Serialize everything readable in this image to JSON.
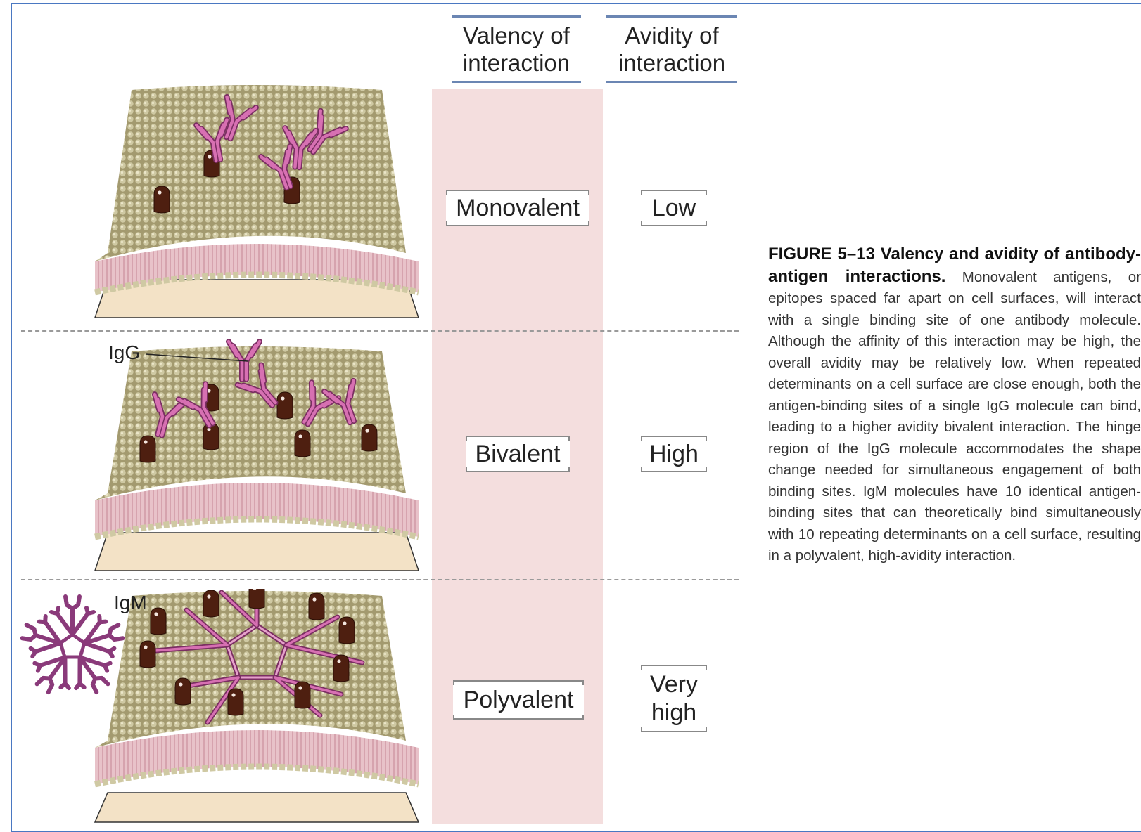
{
  "headers": {
    "valency_line1": "Valency of",
    "valency_line2": "interaction",
    "avidity_line1": "Avidity of",
    "avidity_line2": "interaction"
  },
  "rows": [
    {
      "valency": "Monovalent",
      "avidity_line1": "Low",
      "avidity_line2": ""
    },
    {
      "valency": "Bivalent",
      "avidity_line1": "High",
      "avidity_line2": ""
    },
    {
      "valency": "Polyvalent",
      "avidity_line1": "Very",
      "avidity_line2": "high"
    }
  ],
  "labels": {
    "igg": "IgG",
    "igm": "IgM"
  },
  "caption": {
    "title": "FIGURE 5–13 Valency and avidity of antibody-antigen interactions.",
    "body": " Monovalent antigens, or epitopes spaced far apart on cell surfaces, will interact with a single binding site of one antibody molecule. Although the affinity of this interaction may be high, the overall avidity may be relatively low. When repeated determinants on a cell surface are close enough, both the antigen-binding sites of a single IgG molecule can bind, leading to a higher avidity bivalent interaction. The hinge region of the IgG molecule accommodates the shape change needed for simultaneous engagement of both binding sites. IgM molecules have 10 identical antigen-binding sites that can theoretically bind simultaneously with 10 repeating determinants on a cell surface, resulting in a polyvalent, high-avidity interaction."
  },
  "colors": {
    "membrane_top": "#a39a6f",
    "bead": "#cfc9a3",
    "lipid_pink": "#dcaab4",
    "base": "#f3e2c6",
    "antibody": "#c65aa0",
    "antigen": "#4e1f10",
    "band": "#f4dede",
    "header_rule": "#6b86b3"
  }
}
